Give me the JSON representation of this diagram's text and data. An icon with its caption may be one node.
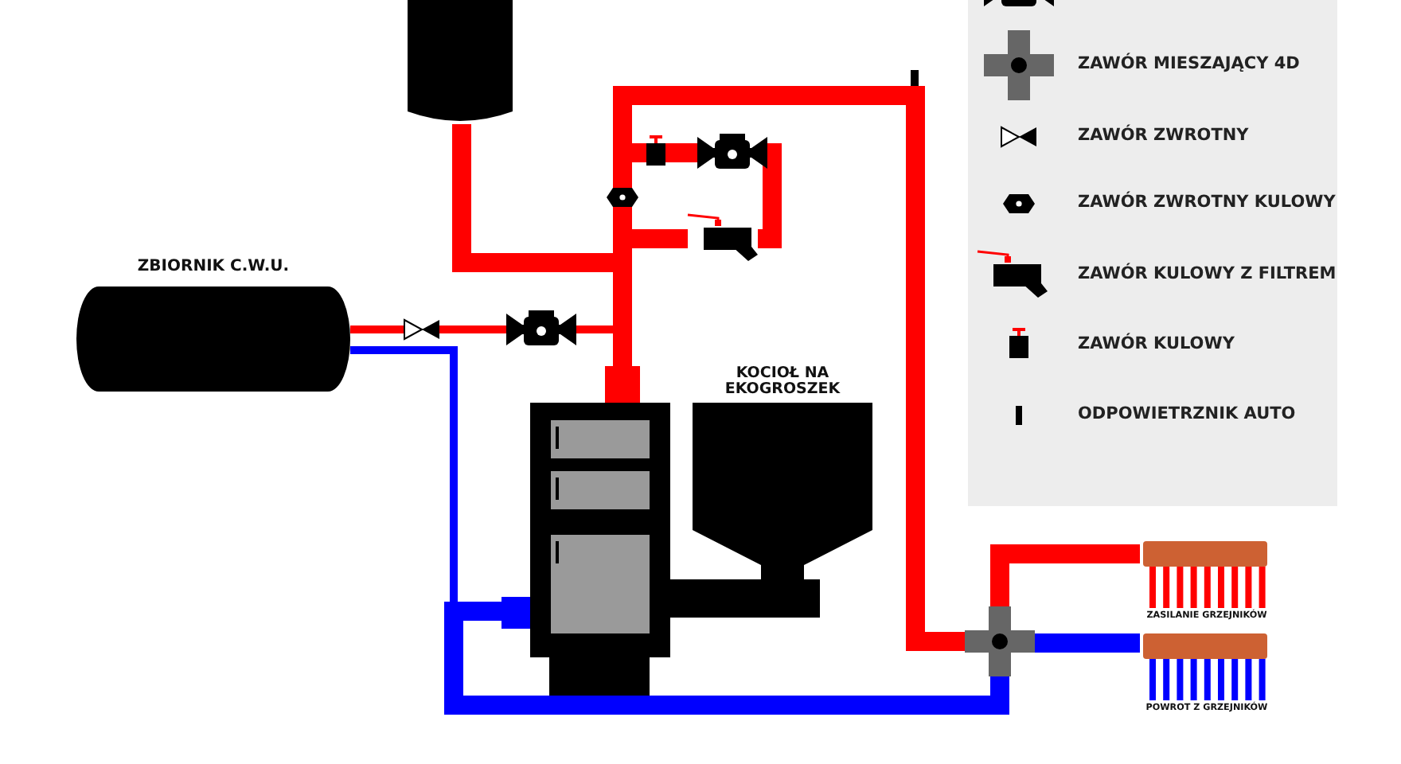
{
  "diagram": {
    "nodes": [
      {
        "text": [],
        "shape": "cylinder"
      },
      {
        "text": [
          "ZBIORNIK C.W.U."
        ]
      },
      {
        "text": [
          "KOCIOŁ NA EKOGROSZEK"
        ]
      },
      {
        "text": [],
        "shape": "cross"
      },
      {
        "text": [
          "ZASILANIE GRZEJNIKÓW"
        ]
      },
      {
        "text": [
          "POWROT Z GRZEJNIKÓW"
        ]
      },
      {
        "text": [],
        "shape": "valve"
      },
      {
        "text": [],
        "shape": "pump"
      },
      {
        "text": [],
        "shape": "hexagon"
      },
      {
        "text": [],
        "shape": "box"
      },
      {
        "text": [],
        "shape": "pump"
      },
      {
        "text": [],
        "shape": "valve"
      }
    ],
    "edges": [
      {
        "from": 2,
        "to": 7,
        "arrow": "none"
      },
      {
        "from": 7,
        "to": 6,
        "arrow": "none"
      },
      {
        "from": 6,
        "to": 1,
        "arrow": "none"
      },
      {
        "from": 1,
        "to": 2,
        "arrow": "none",
        "color": "#0000ff"
      },
      {
        "from": 2,
        "to": 0,
        "arrow": "none"
      },
      {
        "from": 2,
        "to": 8,
        "arrow": "none"
      },
      {
        "from": 2,
        "to": 11,
        "arrow": "none"
      },
      {
        "from": 11,
        "to": 10,
        "arrow": "none"
      },
      {
        "from": 10,
        "to": 9,
        "arrow": "none"
      },
      {
        "from": 9,
        "to": 3,
        "arrow": "none"
      },
      {
        "from": 8,
        "to": 3,
        "arrow": "none"
      },
      {
        "from": 3,
        "to": 4,
        "arrow": "none"
      },
      {
        "from": 5,
        "to": 3,
        "arrow": "none",
        "color": "#0000ff"
      },
      {
        "from": 3,
        "to": 2,
        "arrow": "none",
        "color": "#0000ff"
      }
    ],
    "legend": [
      {
        "text": "ZAWÓR MIESZAJĄCY 4D"
      },
      {
        "text": "ZAWÓR ZWROTNY"
      },
      {
        "text": "ZAWÓR ZWROTNY KULOWY"
      },
      {
        "text": "ZAWÓR KULOWY Z FILTREM"
      },
      {
        "text": "ZAWÓR KULOWY"
      },
      {
        "text": "ODPOWIETRZNIK AUTO"
      }
    ]
  }
}
